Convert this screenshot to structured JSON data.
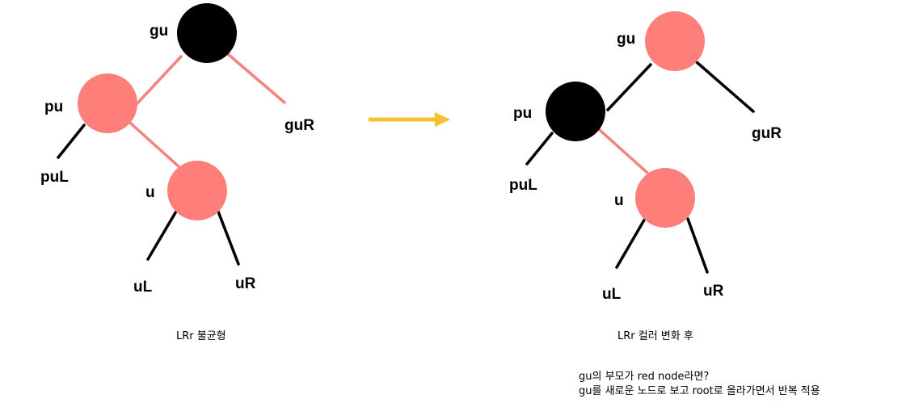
{
  "colors": {
    "black_node": "#000000",
    "red_node": "#fe7f7a",
    "red_edge": "#f5837d",
    "black_edge": "#000000",
    "arrow": "#f6c02f"
  },
  "before": {
    "labels": {
      "gu": "gu",
      "gur": "guR",
      "pu": "pu",
      "pul": "puL",
      "u": "u",
      "ul": "uL",
      "ur": "uR"
    },
    "caption": "LRr 불균형"
  },
  "after": {
    "labels": {
      "gu": "gu",
      "gur": "guR",
      "pu": "pu",
      "pul": "puL",
      "u": "u",
      "ul": "uL",
      "ur": "uR"
    },
    "caption": "LRr 컬러 변화 후"
  },
  "note": {
    "line1": "gu의 부모가 red node라면?",
    "line2": "gu를 새로운 노드로 보고 root로 올라가면서 반복 적용"
  }
}
